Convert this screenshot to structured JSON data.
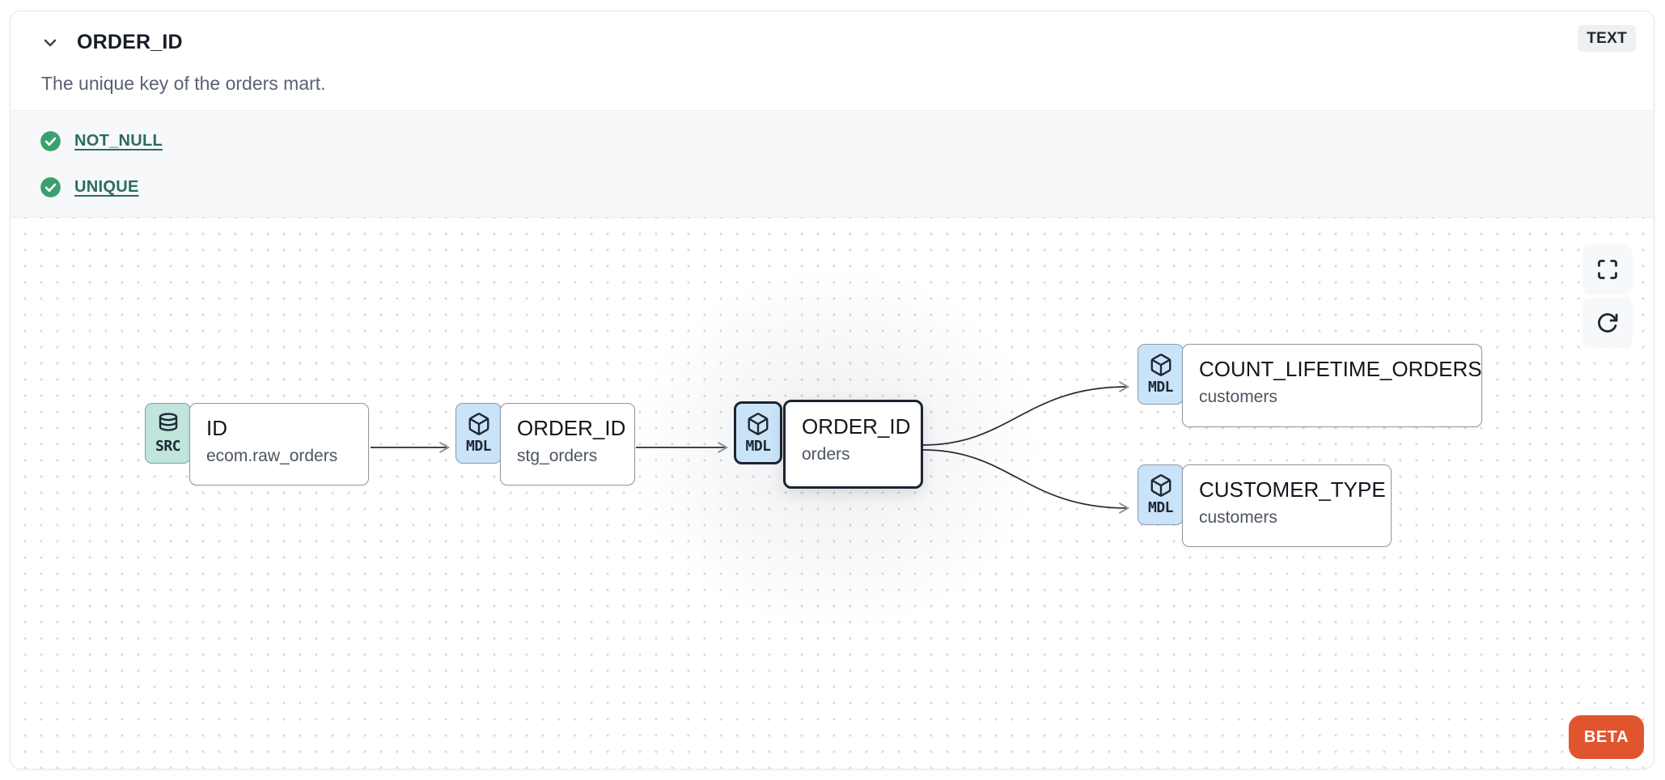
{
  "header": {
    "title": "ORDER_ID",
    "description": "The unique key of the orders mart.",
    "type_badge": "TEXT"
  },
  "tests": [
    {
      "label": "NOT_NULL",
      "status": "pass",
      "icon": "check-circle-icon"
    },
    {
      "label": "UNIQUE",
      "status": "pass",
      "icon": "check-circle-icon"
    }
  ],
  "lineage": {
    "nodes": [
      {
        "badge": "SRC",
        "icon": "database-icon",
        "title": "ID",
        "subtitle": "ecom.raw_orders",
        "selected": false
      },
      {
        "badge": "MDL",
        "icon": "cube-icon",
        "title": "ORDER_ID",
        "subtitle": "stg_orders",
        "selected": false
      },
      {
        "badge": "MDL",
        "icon": "cube-icon",
        "title": "ORDER_ID",
        "subtitle": "orders",
        "selected": true
      },
      {
        "badge": "MDL",
        "icon": "cube-icon",
        "title": "COUNT_LIFETIME_ORDERS",
        "subtitle": "customers",
        "selected": false
      },
      {
        "badge": "MDL",
        "icon": "cube-icon",
        "title": "CUSTOMER_TYPE",
        "subtitle": "customers",
        "selected": false
      }
    ],
    "edges": [
      {
        "from": "ID (ecom.raw_orders)",
        "to": "ORDER_ID (stg_orders)"
      },
      {
        "from": "ORDER_ID (stg_orders)",
        "to": "ORDER_ID (orders)"
      },
      {
        "from": "ORDER_ID (orders)",
        "to": "COUNT_LIFETIME_ORDERS (customers)"
      },
      {
        "from": "ORDER_ID (orders)",
        "to": "CUSTOMER_TYPE (customers)"
      }
    ],
    "controls": [
      {
        "icon": "fullscreen-icon"
      },
      {
        "icon": "refresh-icon"
      }
    ],
    "beta_label": "BETA"
  },
  "colors": {
    "beta_orange": "#E0552E",
    "pass_green": "#3CA06E",
    "test_link_teal": "#2C6B60",
    "model_badge_blue": "#C9E4F9",
    "source_badge_teal": "#BFE5DC",
    "selected_border": "#1C2430",
    "tests_section_bg": "#F7F8FA"
  }
}
